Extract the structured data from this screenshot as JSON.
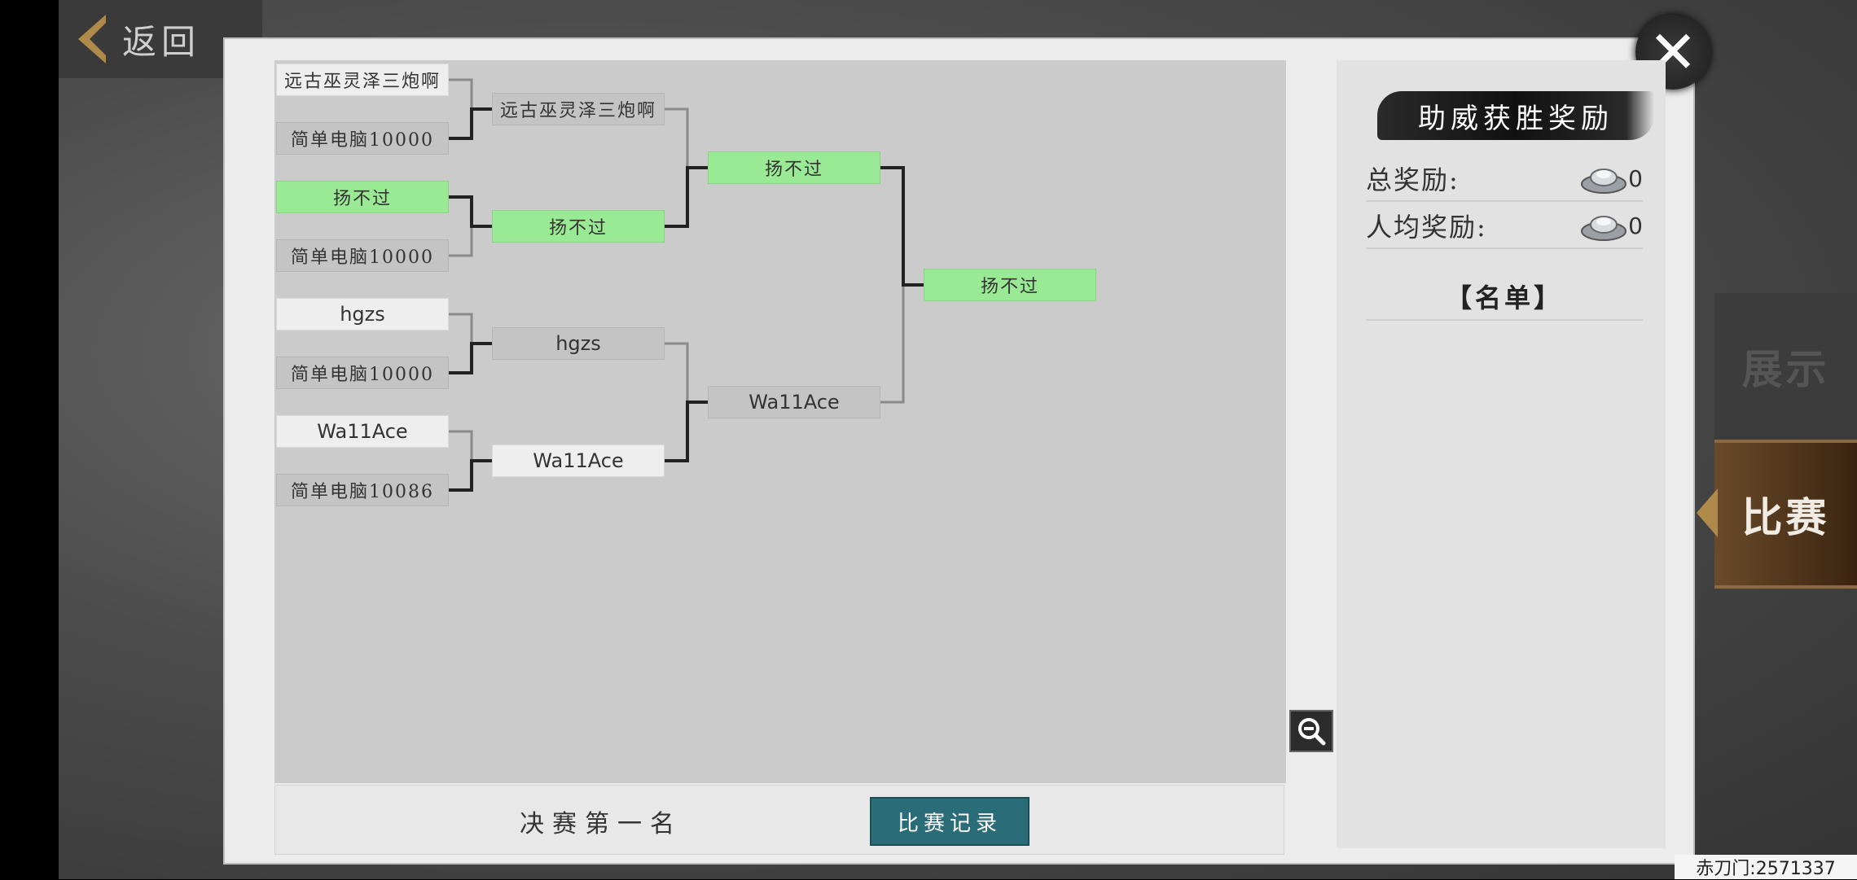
{
  "header": {
    "back_label": "返回"
  },
  "side_tabs": {
    "display": "展示",
    "match": "比赛"
  },
  "bracket": {
    "round1": [
      {
        "name": "远古巫灵泽三炮啊",
        "style": "light"
      },
      {
        "name": "简单电脑10000",
        "style": "gray"
      },
      {
        "name": "扬不过",
        "style": "win"
      },
      {
        "name": "简单电脑10000",
        "style": "gray"
      },
      {
        "name": "hgzs",
        "style": "light"
      },
      {
        "name": "简单电脑10000",
        "style": "gray"
      },
      {
        "name": "Wa11Ace",
        "style": "light"
      },
      {
        "name": "简单电脑10086",
        "style": "gray"
      }
    ],
    "round2": [
      {
        "name": "远古巫灵泽三炮啊",
        "style": "gray"
      },
      {
        "name": "扬不过",
        "style": "win"
      },
      {
        "name": "hgzs",
        "style": "gray"
      },
      {
        "name": "Wa11Ace",
        "style": "light"
      }
    ],
    "round3": [
      {
        "name": "扬不过",
        "style": "win"
      },
      {
        "name": "Wa11Ace",
        "style": "gray"
      }
    ],
    "final": [
      {
        "name": "扬不过",
        "style": "win"
      }
    ]
  },
  "bottom": {
    "final_label": "决赛第一名",
    "record_button": "比赛记录"
  },
  "reward": {
    "banner": "助威获胜奖励",
    "total_label": "总奖励:",
    "total_value": "0",
    "avg_label": "人均奖励:",
    "avg_value": "0",
    "roster_title": "【名单】"
  },
  "footer": {
    "id_text": "赤刀门:2571337"
  },
  "colors": {
    "winner": "#9ae994",
    "record_button": "#2a6d78",
    "tab_active": "#6a4a2a",
    "back_chevron": "#b08a4a"
  },
  "icons": {
    "close": "close-icon",
    "zoom": "zoom-out-icon",
    "currency": "silver-ingot-icon"
  }
}
